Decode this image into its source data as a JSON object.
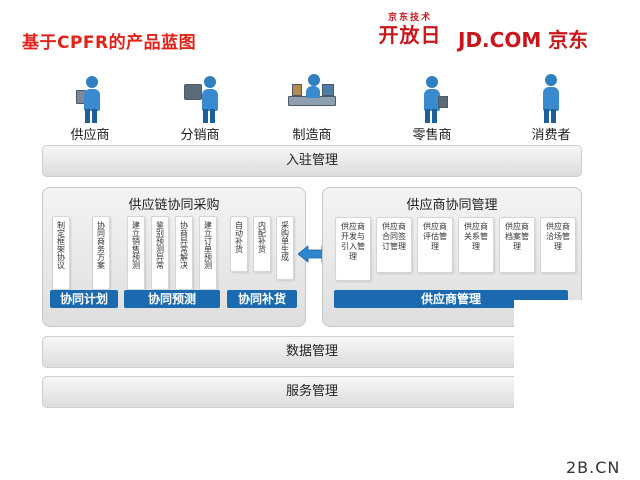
{
  "title": "基于CPFR的产品蓝图",
  "brand": {
    "tech_small": "京东技术",
    "tech_big": "开放日",
    "jd": "JD.COM 京东"
  },
  "actors": [
    {
      "label": "供应商",
      "icon": "supplier-person-icon"
    },
    {
      "label": "分销商",
      "icon": "distributor-person-icon"
    },
    {
      "label": "制造商",
      "icon": "manufacturer-person-icon"
    },
    {
      "label": "零售商",
      "icon": "retailer-person-icon"
    },
    {
      "label": "消费者",
      "icon": "consumer-person-icon"
    }
  ],
  "onboarding": "入驻管理",
  "left_panel": {
    "title": "供应链协同采购",
    "groups": [
      {
        "label": "协同计划",
        "cards": [
          "制定框架协议",
          "协同商务方案"
        ]
      },
      {
        "label": "协同预测",
        "cards": [
          "建立销售预测",
          "鉴别预测异常",
          "协商异常解决",
          "建立订单预测"
        ]
      },
      {
        "label": "协同补货",
        "cards": [
          "自动补货",
          "内配补货",
          "采购单生成"
        ]
      }
    ]
  },
  "right_panel": {
    "title": "供应商协同管理",
    "cards": [
      "供应商开发与引入管理",
      "供应商合同签订管理",
      "供应商评估管理",
      "供应商关系管理",
      "供应商档案管理",
      "供应商洽场管理"
    ],
    "label": "供应商管理"
  },
  "data_management": "数据管理",
  "service_management": "服务管理",
  "footer": "2B.CN",
  "colors": {
    "title_red": "#e2231a",
    "brand_red": "#c8161d",
    "blue": "#1b6ab0"
  }
}
